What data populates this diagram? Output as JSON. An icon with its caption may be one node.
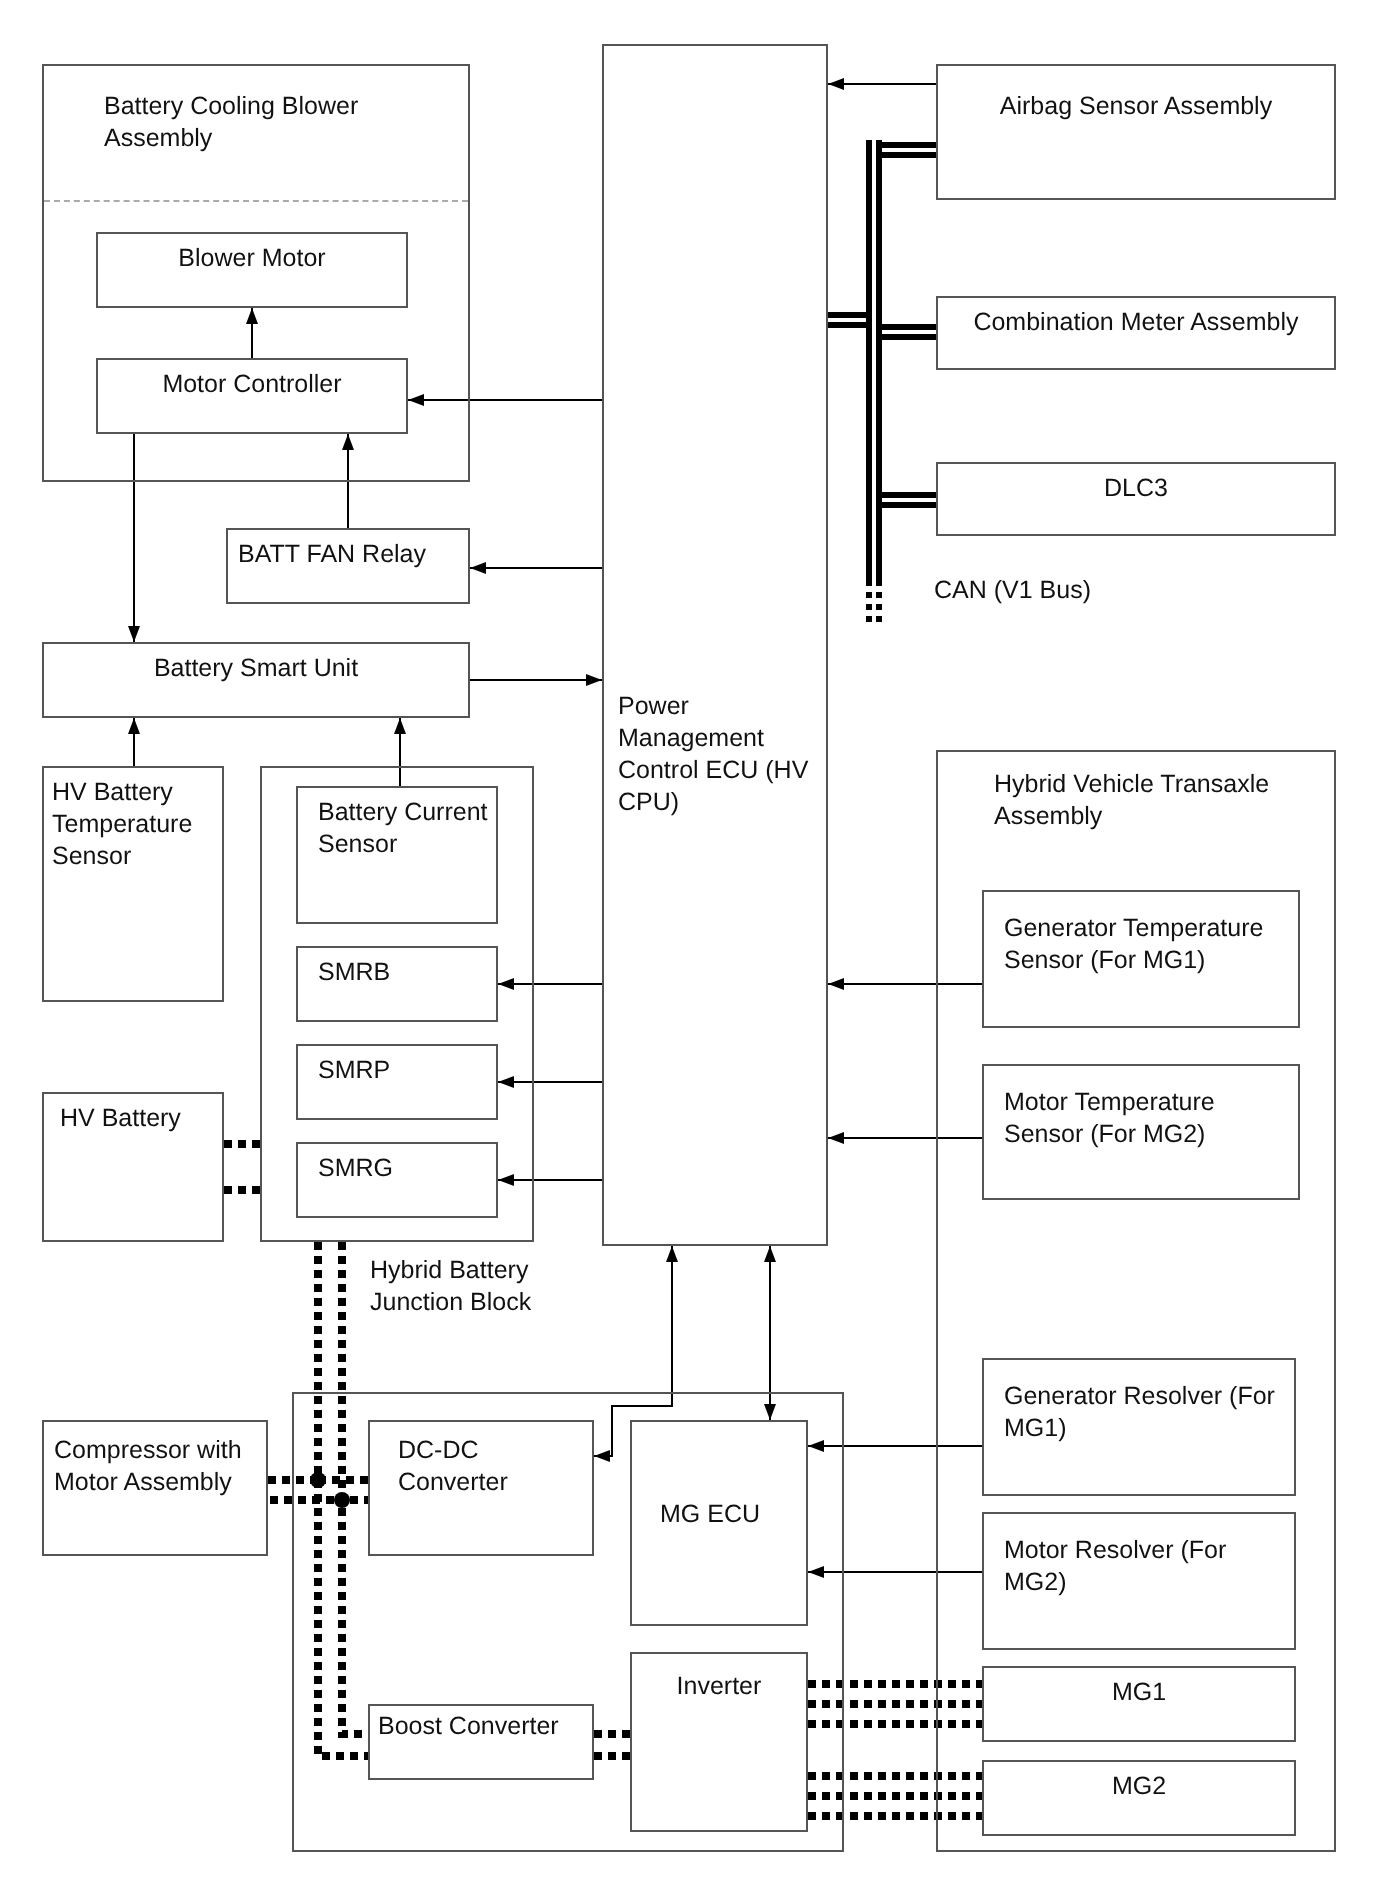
{
  "diagram": {
    "nodes": [
      {
        "text": [
          "Battery Cooling Blower Assembly"
        ]
      },
      {
        "text": [
          "Blower Motor"
        ],
        "in": 0
      },
      {
        "text": [
          "Motor Controller"
        ],
        "in": 0
      },
      {
        "text": [
          "Power Management Control ECU (HV CPU)"
        ]
      },
      {
        "text": [
          "Airbag Sensor Assembly"
        ]
      },
      {
        "text": [
          "Combination Meter Assembly"
        ]
      },
      {
        "text": [
          "DLC3"
        ]
      },
      {
        "text": [
          "BATT FAN Relay"
        ]
      },
      {
        "text": [
          "Battery Smart Unit"
        ]
      },
      {
        "text": [
          "HV Battery Temperature Sensor"
        ]
      },
      {
        "text": [
          "Hybrid Battery Junction Block"
        ]
      },
      {
        "text": [
          "Battery Current Sensor"
        ],
        "in": 10
      },
      {
        "text": [
          "SMRB"
        ],
        "in": 10
      },
      {
        "text": [
          "SMRP"
        ],
        "in": 10
      },
      {
        "text": [
          "SMRG"
        ],
        "in": 10
      },
      {
        "text": [
          "HV Battery"
        ]
      },
      {
        "text": [
          "Hybrid Vehicle Transaxle Assembly"
        ]
      },
      {
        "text": [
          "Generator Temperature Sensor (For MG1)"
        ],
        "in": 16
      },
      {
        "text": [
          "Motor Temperature Sensor (For MG2)"
        ],
        "in": 16
      },
      {
        "text": [
          "Generator Resolver (For MG1)"
        ],
        "in": 16
      },
      {
        "text": [
          "Motor Resolver (For MG2)"
        ],
        "in": 16
      },
      {
        "text": [
          "MG1"
        ],
        "in": 16
      },
      {
        "text": [
          "MG2"
        ],
        "in": 16
      },
      {
        "text": [
          "Compressor with Motor Assembly"
        ]
      },
      {
        "text": [],
        "shape": "box"
      },
      {
        "text": [
          "DC-DC Converter"
        ],
        "in": 24
      },
      {
        "text": [
          "MG ECU"
        ],
        "in": 24
      },
      {
        "text": [
          "Boost Converter"
        ],
        "in": 24
      },
      {
        "text": [
          "Inverter"
        ],
        "in": 24
      },
      {
        "text": [],
        "shape": "bar"
      }
    ],
    "edges": [
      {
        "from": 4,
        "to": 3,
        "arrow": "to"
      },
      {
        "from": 29,
        "to": 4,
        "arrow": "none",
        "style": "thick"
      },
      {
        "from": 29,
        "to": 5,
        "arrow": "none",
        "style": "thick"
      },
      {
        "from": 29,
        "to": 6,
        "arrow": "none",
        "style": "thick"
      },
      {
        "from": 3,
        "to": 2,
        "arrow": "to"
      },
      {
        "from": 2,
        "to": 1,
        "arrow": "to"
      },
      {
        "from": 7,
        "to": 2,
        "arrow": "to"
      },
      {
        "from": 3,
        "to": 7,
        "arrow": "to"
      },
      {
        "from": 2,
        "to": 8,
        "arrow": "to"
      },
      {
        "from": 8,
        "to": 3,
        "arrow": "to"
      },
      {
        "from": 9,
        "to": 8,
        "arrow": "to"
      },
      {
        "from": 11,
        "to": 8,
        "arrow": "to"
      },
      {
        "from": 3,
        "to": 12,
        "arrow": "to"
      },
      {
        "from": 3,
        "to": 13,
        "arrow": "to"
      },
      {
        "from": 3,
        "to": 14,
        "arrow": "to"
      },
      {
        "from": 17,
        "to": 3,
        "arrow": "to"
      },
      {
        "from": 18,
        "to": 3,
        "arrow": "to"
      },
      {
        "from": 25,
        "to": 3,
        "arrow": "both"
      },
      {
        "from": 3,
        "to": 26,
        "arrow": "both"
      },
      {
        "from": 19,
        "to": 26,
        "arrow": "to"
      },
      {
        "from": 20,
        "to": 26,
        "arrow": "to"
      },
      {
        "from": 15,
        "to": 10,
        "arrow": "none",
        "style": "dashed"
      },
      {
        "from": 15,
        "to": 10,
        "arrow": "none",
        "style": "dashed"
      },
      {
        "from": 10,
        "to": 23,
        "arrow": "none",
        "style": "dashed"
      },
      {
        "from": 10,
        "to": 23,
        "arrow": "none",
        "style": "dashed"
      },
      {
        "from": 10,
        "to": 25,
        "arrow": "none",
        "style": "dashed"
      },
      {
        "from": 10,
        "to": 25,
        "arrow": "none",
        "style": "dashed"
      },
      {
        "from": 10,
        "to": 27,
        "arrow": "none",
        "style": "dashed"
      },
      {
        "from": 10,
        "to": 27,
        "arrow": "none",
        "style": "dashed"
      },
      {
        "from": 27,
        "to": 28,
        "arrow": "none",
        "style": "dashed"
      },
      {
        "from": 27,
        "to": 28,
        "arrow": "none",
        "style": "dashed"
      },
      {
        "from": 28,
        "to": 21,
        "arrow": "none",
        "style": "dashed"
      },
      {
        "from": 28,
        "to": 21,
        "arrow": "none",
        "style": "dashed"
      },
      {
        "from": 28,
        "to": 21,
        "arrow": "none",
        "style": "dashed"
      },
      {
        "from": 28,
        "to": 22,
        "arrow": "none",
        "style": "dashed"
      },
      {
        "from": 28,
        "to": 22,
        "arrow": "none",
        "style": "dashed"
      },
      {
        "from": 28,
        "to": 22,
        "arrow": "none",
        "style": "dashed"
      },
      {
        "from": 3,
        "to": 29,
        "arrow": "none",
        "style": "thick"
      }
    ],
    "labels": [
      "CAN (V1 Bus)"
    ]
  }
}
